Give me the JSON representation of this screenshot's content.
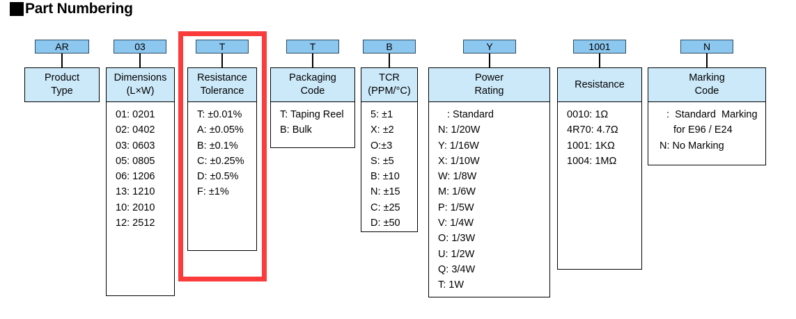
{
  "title": {
    "marker": "black-square-bullet",
    "text": "Part Numbering"
  },
  "highlight": {
    "color": "#FA3C3C",
    "target": "Resistance Tolerance"
  },
  "colors": {
    "code_box_fill": "#8CC7EF",
    "name_box_fill": "#CCE9F9",
    "highlight": "#FA3C3C",
    "border": "#000000"
  },
  "columns": [
    {
      "code": "AR",
      "name_line1": "Product",
      "name_line2": "Type",
      "options": []
    },
    {
      "code": "03",
      "name_line1": "Dimensions",
      "name_line2": "(L×W)",
      "options": [
        "01: 0201",
        "02: 0402",
        "03: 0603",
        "05: 0805",
        "06: 1206",
        "13: 1210",
        "10: 2010",
        "12: 2512"
      ]
    },
    {
      "code": "T",
      "name_line1": "Resistance",
      "name_line2": "Tolerance",
      "options": [
        "T: ±0.01%",
        "A: ±0.05%",
        "B: ±0.1%",
        "C: ±0.25%",
        "D: ±0.5%",
        "F: ±1%"
      ]
    },
    {
      "code": "T",
      "name_line1": "Packaging",
      "name_line2": "Code",
      "options": [
        "T: Taping Reel",
        "B: Bulk"
      ]
    },
    {
      "code": "B",
      "name_line1": "TCR",
      "name_line2": "(PPM/°C)",
      "options": [
        "5: ±1",
        "X: ±2",
        "O:±3",
        "S: ±5",
        "B: ±10",
        "N: ±15",
        "C: ±25",
        "D: ±50"
      ]
    },
    {
      "code": "Y",
      "name_line1": "Power",
      "name_line2": "Rating",
      "options": [
        ": Standard",
        "N: 1/20W",
        "Y: 1/16W",
        "X: 1/10W",
        "W: 1/8W",
        "M: 1/6W",
        "P: 1/5W",
        "V: 1/4W",
        "O: 1/3W",
        "U: 1/2W",
        "Q: 3/4W",
        "T: 1W"
      ]
    },
    {
      "code": "1001",
      "name_line1": "Resistance",
      "name_line2": "",
      "options": [
        "0010: 1Ω",
        "4R70: 4.7Ω",
        "1001: 1KΩ",
        "1004: 1MΩ"
      ]
    },
    {
      "code": "N",
      "name_line1": "Marking",
      "name_line2": "Code",
      "options": [
        ":  Standard  Marking",
        "for E96 / E24",
        "N: No Marking"
      ]
    }
  ]
}
